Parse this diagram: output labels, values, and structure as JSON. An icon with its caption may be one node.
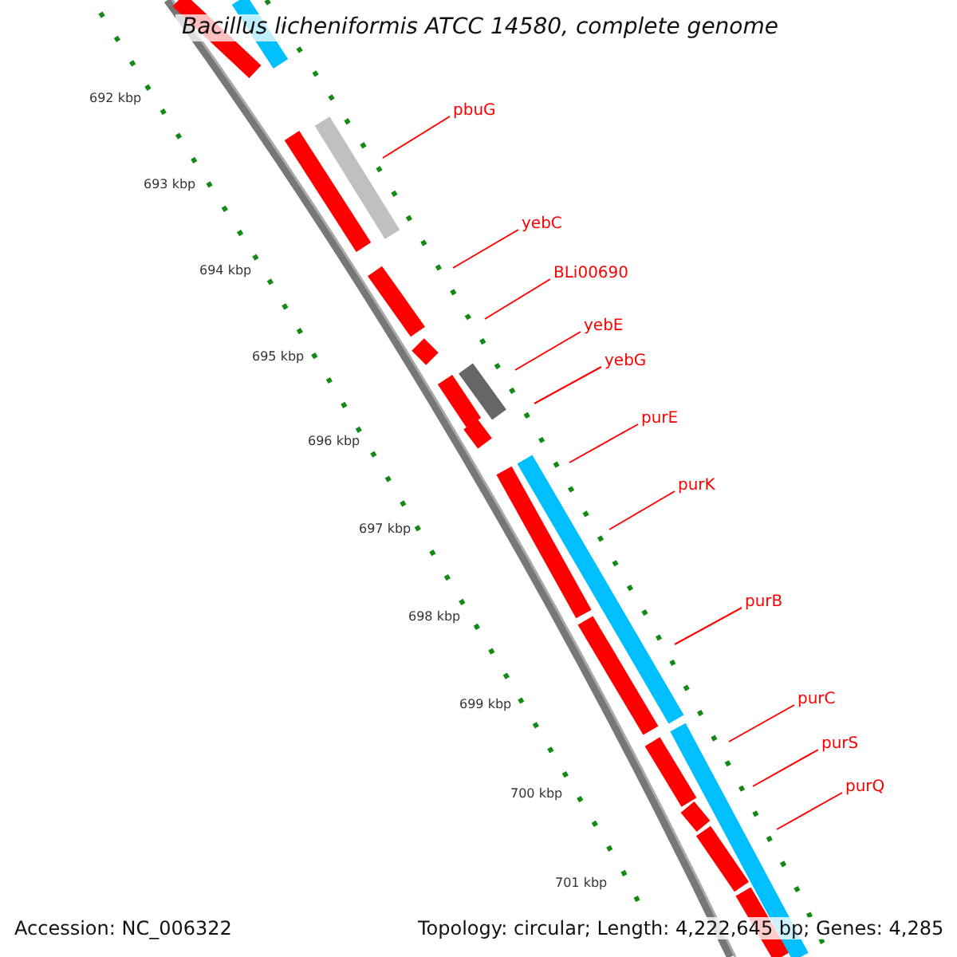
{
  "diagram": {
    "title": "Bacillus licheniformis ATCC 14580, complete genome",
    "nodes": [
      {
        "text": [
          "pbuG"
        ]
      },
      {
        "text": [
          "yebC"
        ]
      },
      {
        "text": [
          "BLi00690"
        ]
      },
      {
        "text": [
          "yebE"
        ]
      },
      {
        "text": [
          "yebG"
        ]
      },
      {
        "text": [
          "purE"
        ]
      },
      {
        "text": [
          "purK"
        ]
      },
      {
        "text": [
          "purB"
        ]
      },
      {
        "text": [
          "purC"
        ]
      },
      {
        "text": [
          "purS"
        ]
      },
      {
        "text": [
          "purQ"
        ]
      }
    ],
    "edges": [
      {
        "from": 0,
        "to": null,
        "arrow": "none"
      },
      {
        "from": 1,
        "to": null,
        "arrow": "none"
      },
      {
        "from": 2,
        "to": null,
        "arrow": "none"
      },
      {
        "from": 3,
        "to": null,
        "arrow": "none"
      },
      {
        "from": 4,
        "to": null,
        "arrow": "none"
      },
      {
        "from": 5,
        "to": null,
        "arrow": "none"
      },
      {
        "from": 6,
        "to": null,
        "arrow": "none"
      },
      {
        "from": 7,
        "to": null,
        "arrow": "none"
      },
      {
        "from": 8,
        "to": null,
        "arrow": "none"
      },
      {
        "from": 9,
        "to": null,
        "arrow": "none"
      },
      {
        "from": 10,
        "to": null,
        "arrow": "none"
      }
    ],
    "labels": [
      "692 kbp",
      "693 kbp",
      "694 kbp",
      "695 kbp",
      "696 kbp",
      "697 kbp",
      "698 kbp",
      "699 kbp",
      "700 kbp",
      "701 kbp",
      "Accession: NC_006322",
      "Topology: circular; Length: 4,222,645 bp; Genes: 4,285"
    ]
  }
}
